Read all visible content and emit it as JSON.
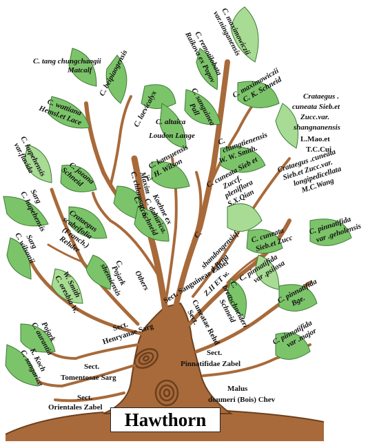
{
  "title": "Hawthorn",
  "colors": {
    "leaf": "#7cc46a",
    "leaf_light": "#a8dc94",
    "leaf_vein": "#3d7a34",
    "trunk": "#a86a3a",
    "trunk_dark": "#6b3f1e",
    "ground": "#a86a3a"
  },
  "labels": {
    "maximowiczii_ning_1": "C. maximowiczii",
    "maximowiczii_ning_2": "var.ninganensis",
    "remotilobata_1": "C. remotilobata",
    "remotilobata_2": "Raikova ex Popov",
    "maximowiczii_1": "C. maximowiczii",
    "maximowiczii_2": "C. K. Schneid",
    "tang_1": "C. tang chungchangii",
    "tang_2": "Matcalf",
    "beipiaogensis": "C. beipiaogensis",
    "wattiana_1": "C. wattiana",
    "wattiana_2": "Hemsl.et Lace",
    "laevicalyx": "C. laevicalyx",
    "sanguinea_1": "C. sanguinea",
    "sanguinea_2": "Pall",
    "altaica_1": "C. altaica",
    "altaica_2": "Loudon Lange",
    "cuneata_zucc_1": "Crataegus .",
    "cuneata_zucc_2": "cuneata Sieb.et",
    "cuneata_zucc_3": "Zucc.var.",
    "cuneata_zucc_4": "shangnanensis",
    "cuneata_zucc_5": "L.Mao.et",
    "cuneata_zucc_6": "T.C.Cui",
    "chungtienensis_1": "C.",
    "chungtienensis_2": "chungtienensis",
    "chungtienensis_3": "W. W. Smith.",
    "cuneata_plen_1": "C. cuneata Sieb et",
    "cuneata_plen_2": "Zuccf.",
    "cuneata_plen_3": "pleniflora",
    "cuneata_plen_4": "S.X.Qian",
    "cuneata_longi_1": "Crataegus .cuneata",
    "cuneata_longi_2": "Sieb.et Zucc.var.",
    "cuneata_longi_3": "longipedicellata",
    "cuneata_longi_4": "M.C.Wang",
    "hupehensis_flav_1": "C. hupehensis",
    "hupehensis_flav_2": "var.flavida",
    "jozana_1": "C. jozana",
    "jozana_2": "Schneid",
    "kansuensis_1": "C. kansuensis",
    "kansuensis_2": "E. H. Wilson",
    "chlorosarca_1": "C. chlorosarca.",
    "chlorosarca_2": "Maxim",
    "hupehensis_1": "C. hupehensis",
    "hupehensis_2": "Sarg",
    "scabrifolia_1": "Crataegus",
    "scabrifolia_2": "scabrifolia",
    "scabrifolia_3": "(Franch.)",
    "scabrifolia_4": "Rehder",
    "dahurica_1": "C. dahurica.",
    "dahurica_2": "Koehne ex",
    "dahurica_3": "C. K. Schneid",
    "shandong_1": "C.",
    "shandong_2": "shandongensisf.",
    "shandong_3": "d.Peng",
    "shandong_4": "Z.II ET w.",
    "cuneata_1": "C. cuneata",
    "cuneata_2": "Sieb.et Zucc",
    "pinnatifida_gehol_1": "C. pinnatifida",
    "pinnatifida_gehol_2": "var .geholensis",
    "wilsonii_1": "C. wilsonii",
    "wilsonii_2": "Sarg",
    "shensiensis_1": "C.",
    "shensiensis_2": "shensiensis",
    "shensiensis_3": "Pojark",
    "others": "Others",
    "oresbia_1": "C. oresbia W.",
    "oresbia_2": "W. Smith",
    "sect_sanguineae": "Sect. Sanguineae Zabel",
    "sect_henryanae_1": "Sect.",
    "sect_henryanae_2": "Henryanae Sarg",
    "sect_cuneatae_1": "Sect.",
    "sect_cuneatae_2": "Cuneatae Rehd",
    "brettschneideri_1": "C.",
    "brettschneideri_2": "brettschneideri",
    "brettschneideri_3": "Schneid",
    "pinnatifida_psil_1": "C. pinnatifida",
    "pinnatifida_psil_2": "var .psilosa",
    "pinnatifida_bge_1": "C. pinnatifida",
    "pinnatifida_bge_2": "Bge.",
    "aurantia_1": "C. aurantia",
    "aurantia_2": "Pojark",
    "sect_tomentosae_1": "Sect.",
    "sect_tomentosae_2": "Tomentosae Sarg",
    "sect_pinnatifidae_1": "Sect.",
    "sect_pinnatifidae_2": "Pinnatifidae Zabel",
    "pinnatifida_major_1": "C. pinnatifida",
    "pinnatifida_major_2": "var .major",
    "songarica_1": "C. songarica",
    "songarica_2": "K. Koch",
    "sect_orientales_1": "Sect.",
    "sect_orientales_2": "Orientales Zabel",
    "malus_1": "Malus",
    "malus_2": "doumeri (Bois) Chev"
  }
}
